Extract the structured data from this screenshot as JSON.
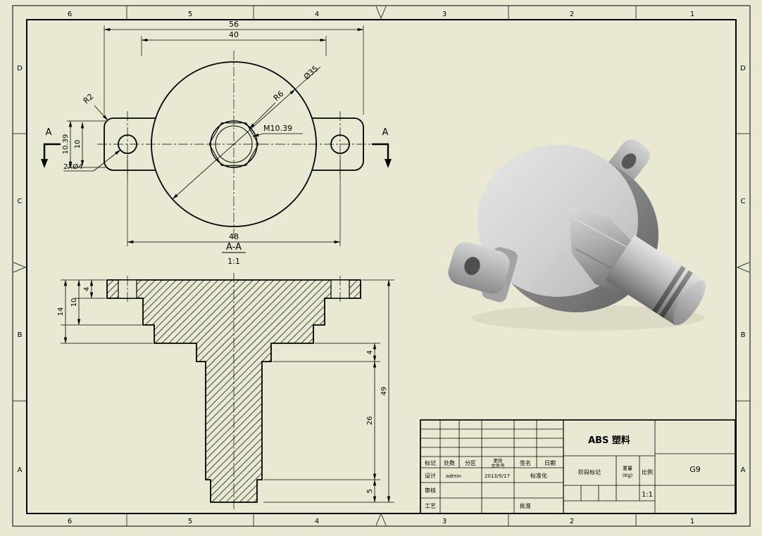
{
  "sheet": {
    "zones_top": [
      "6",
      "5",
      "4",
      "3",
      "2",
      "1"
    ],
    "zones_bottom": [
      "6",
      "5",
      "4",
      "3",
      "2",
      "1"
    ],
    "zones_left": [
      "D",
      "C",
      "B",
      "A"
    ],
    "zones_right": [
      "D",
      "C",
      "B",
      "A"
    ]
  },
  "top_view": {
    "dim_56": "56",
    "dim_40": "40",
    "dim_48": "48",
    "dim_dia": "Ø35",
    "dim_r6": "R6",
    "dim_r2": "R2",
    "dim_thread": "M10.39",
    "dim_holes": "2XØ4",
    "dim_1039": "10.39",
    "dim_10": "10",
    "section_label_left": "A",
    "section_label_right": "A"
  },
  "section_view": {
    "title": "A-A",
    "scale": "1:1",
    "dims_left": [
      "4",
      "10",
      "14"
    ],
    "dims_right": [
      "4",
      "49",
      "26",
      "5"
    ]
  },
  "title_block": {
    "material": "ABS 塑料",
    "drawing_no": "G9",
    "scale_value": "1:1",
    "design_sign": "admin",
    "design_date": "2013/5/17",
    "labels": {
      "mark": "标记",
      "count": "处数",
      "zone": "分区",
      "change_no_1": "更改",
      "change_no_2": "文件号",
      "sign": "签名",
      "date": "日期",
      "design": "设计",
      "standard": "标准化",
      "check": "审核",
      "process": "工艺",
      "approve": "批准",
      "stage": "阶段标记",
      "weight": "重量",
      "weight_unit": "(Kg)",
      "scale_lbl": "比例"
    }
  }
}
